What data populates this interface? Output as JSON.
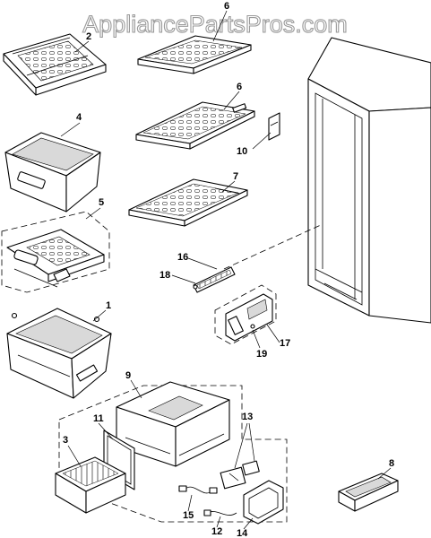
{
  "watermark": "AppliancePartsPros.com",
  "callouts": {
    "c1": "1",
    "c2": "2",
    "c3": "3",
    "c4": "4",
    "c5": "5",
    "c6a": "6",
    "c6b": "6",
    "c7": "7",
    "c8": "8",
    "c9": "9",
    "c10": "10",
    "c11": "11",
    "c12": "12",
    "c13": "13",
    "c14": "14",
    "c15": "15",
    "c16": "16",
    "c17": "17",
    "c18": "18",
    "c19": "19"
  },
  "colors": {
    "ink": "#000000",
    "watermark_outline": "#9a9a9a",
    "background": "#ffffff"
  }
}
